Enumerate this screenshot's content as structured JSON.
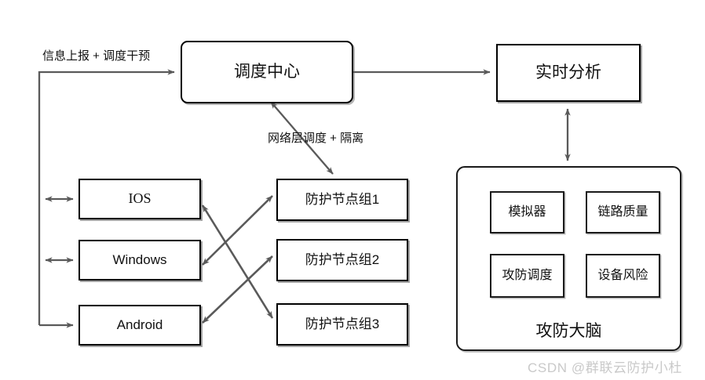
{
  "diagram": {
    "title_watermark": "CSDN @群联云防护小杜",
    "background": "#ffffff",
    "line_color": "#5a5a5a",
    "border_color": "#000000",
    "nodes": {
      "dispatch_center": "调度中心",
      "realtime_analysis": "实时分析",
      "ios": "IOS",
      "windows": "Windows",
      "android": "Android",
      "node_group_1": "防护节点组1",
      "node_group_2": "防护节点组2",
      "node_group_3": "防护节点组3",
      "brain_panel_title": "攻防大脑",
      "brain_items": {
        "simulator": "模拟器",
        "link_quality": "链路质量",
        "attack_defense_dispatch": "攻防调度",
        "device_risk": "设备风险"
      }
    },
    "edge_labels": {
      "report_and_intervene": "信息上报 + 调度干预",
      "network_layer": "网络层调度 + 隔离"
    }
  }
}
